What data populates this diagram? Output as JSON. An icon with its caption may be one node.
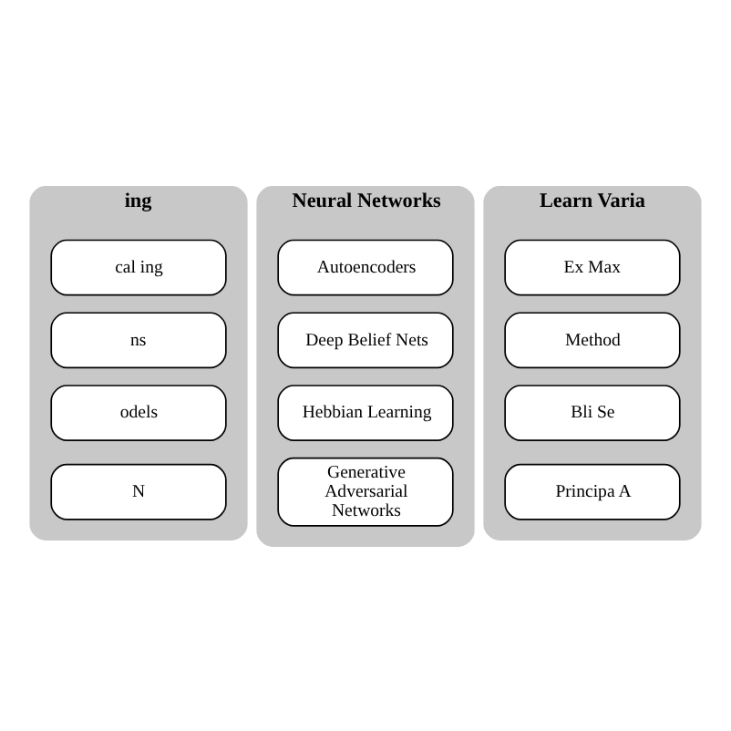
{
  "diagram": {
    "nodes": [
      {
        "text": [
          "ing"
        ]
      },
      {
        "text": [
          "cal ing"
        ],
        "in": 0
      },
      {
        "text": [
          "ns"
        ],
        "in": 0
      },
      {
        "text": [
          "odels"
        ],
        "in": 0
      },
      {
        "text": [
          "N"
        ],
        "in": 0
      },
      {
        "text": [
          "Neural Networks"
        ]
      },
      {
        "text": [
          "Autoencoders"
        ],
        "in": 5
      },
      {
        "text": [
          "Deep Belief Nets"
        ],
        "in": 5
      },
      {
        "text": [
          "Hebbian Learning"
        ],
        "in": 5
      },
      {
        "text": [
          "Generative Adversarial Networks"
        ],
        "in": 5
      },
      {
        "text": [
          "Learn Varia"
        ]
      },
      {
        "text": [
          "Ex Max"
        ],
        "in": 10
      },
      {
        "text": [
          "Method"
        ],
        "in": 10
      },
      {
        "text": [
          "Bli Se"
        ],
        "in": 10
      },
      {
        "text": [
          "Principa A"
        ],
        "in": 10
      }
    ],
    "edges": []
  }
}
